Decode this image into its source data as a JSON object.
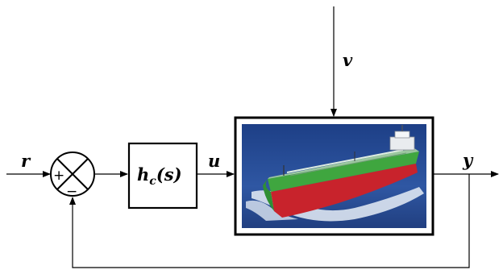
{
  "signals": {
    "reference": "r",
    "disturbance": "v",
    "control": "u",
    "output": "y"
  },
  "controller": {
    "label_main": "h",
    "label_sub": "c",
    "label_arg": "(s)"
  },
  "summing_junction": {
    "plus": "+",
    "minus": "−"
  },
  "plant": {
    "picture": "tanker-ship"
  },
  "colors": {
    "sea": "#2f57a3",
    "hull_top": "#3fa63f",
    "hull_bottom": "#c8232c",
    "deck": "#9cc7a0"
  }
}
